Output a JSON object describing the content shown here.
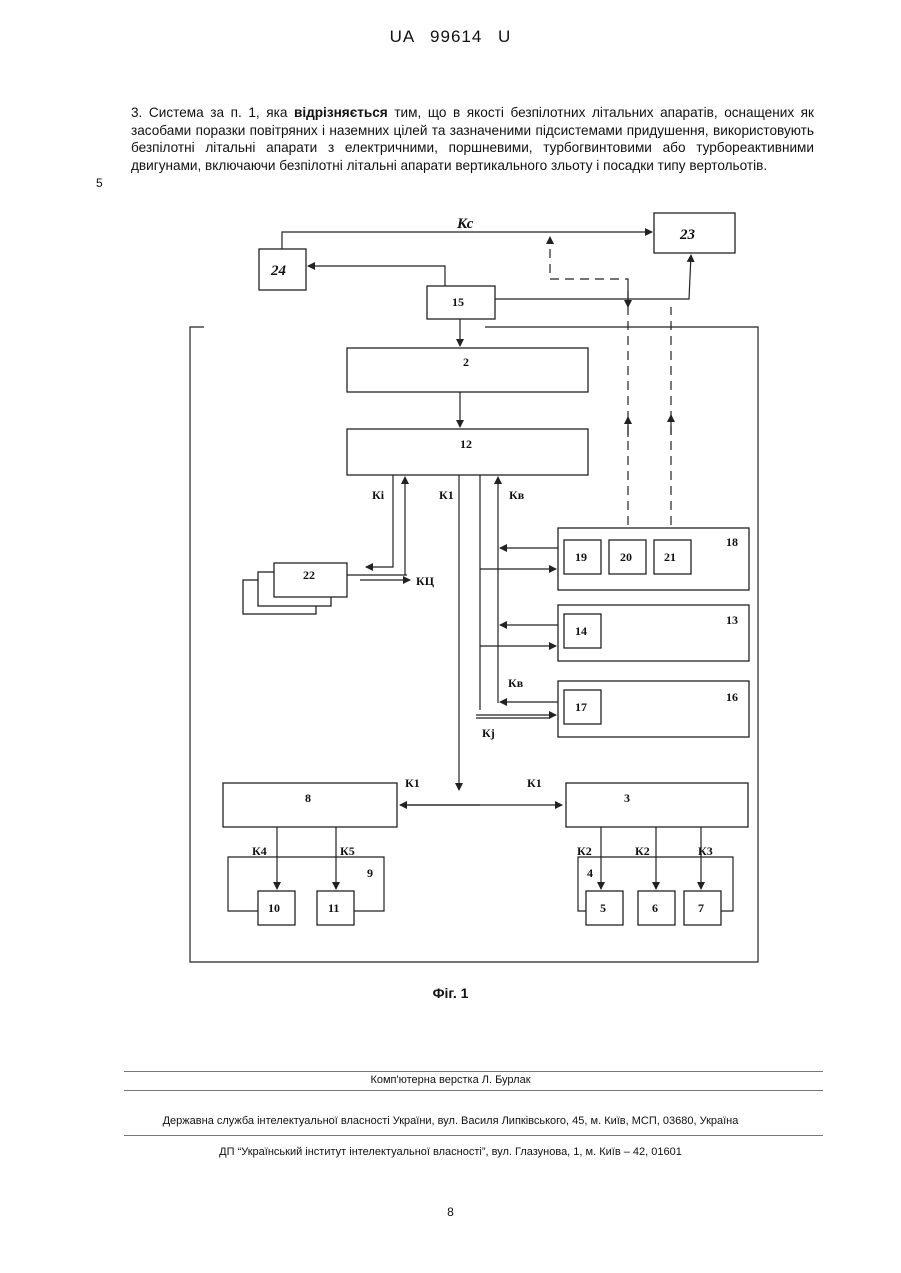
{
  "header": {
    "doc_code": "UA   99614   U"
  },
  "claim": {
    "lead": "3. Система за п. 1, яка ",
    "bold": "відрізняється",
    "rest": " тим, що в якості безпілотних літальних апаратів, оснащених як засобами поразки повітряних і наземних цілей та зазначеними підсистемами придушення, використовують безпілотні літальні апарати з електричними, поршневими, турбогвинтовими або турбореактивними двигунами, включаючи безпілотні літальні апарати вертикального зльоту і посадки типу вертольотів."
  },
  "line_number": "5",
  "figure": {
    "caption": "Фіг. 1",
    "blocks": {
      "b2": "2",
      "b3": "3",
      "b4": "4",
      "b5": "5",
      "b6": "6",
      "b7": "7",
      "b8": "8",
      "b9": "9",
      "b10": "10",
      "b11": "11",
      "b12": "12",
      "b13": "13",
      "b14": "14",
      "b15": "15",
      "b16": "16",
      "b17": "17",
      "b18": "18",
      "b19": "19",
      "b20": "20",
      "b21": "21",
      "b22": "22",
      "b23": "23",
      "b24": "24"
    },
    "labels": {
      "kc": "Кс",
      "ki": "Кі",
      "k1_top": "К1",
      "kv_top": "Кв",
      "kc_bottom": "КЦ",
      "kv_bottom": "Кв",
      "kj": "Кj",
      "k1_left": "К1",
      "k1_right": "К1",
      "k4": "К4",
      "k5": "К5",
      "k2_a": "К2",
      "k2_b": "К2",
      "k3": "К3"
    }
  },
  "footer": {
    "layout_credit": "Комп'ютерна верстка Л. Бурлак",
    "agency": "Державна служба інтелектуальної власності України, вул. Василя Липківського, 45, м. Київ, МСП, 03680, Україна",
    "institute": "ДП “Український інститут інтелектуальної власності”, вул. Глазунова, 1, м. Київ – 42, 01601"
  },
  "page_number": "8"
}
